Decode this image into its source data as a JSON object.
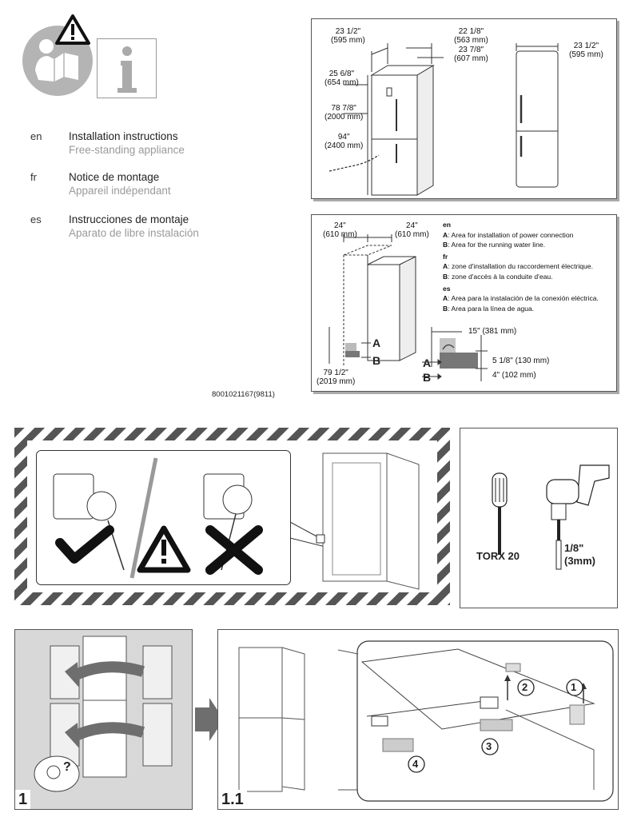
{
  "header": {
    "warning_icon": "warning-triangle-icon",
    "read_manual_icon": "person-reading-manual-icon",
    "info_icon": "info-icon"
  },
  "languages": [
    {
      "code": "en",
      "title": "Installation instructions",
      "subtitle": "Free-standing appliance"
    },
    {
      "code": "fr",
      "title": "Notice de montage",
      "subtitle": "Appareil indépendant"
    },
    {
      "code": "es",
      "title": "Instrucciones de montaje",
      "subtitle": "Aparato de libre instalación"
    }
  ],
  "dimensions_top": {
    "width_a": "23 1/2\"\n(595 mm)",
    "depth_a": "22 1/8\"\n(563 mm)",
    "depth_b": "23 7/8\"\n(607 mm)",
    "depth_c": "25 6/8\"\n(654 mm)",
    "height": "78 7/8\"\n(2000 mm)",
    "cord": "94\"\n(2400 mm)",
    "side_width": "23 1/2\"\n(595 mm)"
  },
  "dimensions_mid": {
    "left_w": "24\"\n(610 mm)",
    "right_w": "24\"\n(610 mm)",
    "height": "79 1/2\"\n(2019 mm)",
    "label_a": "A",
    "label_b": "B",
    "det_width": "15\" (381 mm)",
    "det_h1": "5 1/8\" (130 mm)",
    "det_h2": "4\" (102 mm)"
  },
  "legend": {
    "en": {
      "head": "en",
      "a_key": "A",
      "a_text": ": Area for installation of power connection",
      "b_key": "B",
      "b_text": ": Area for the running water line."
    },
    "fr": {
      "head": "fr",
      "a_key": "A",
      "a_text": ": zone d'installation du raccordement électrique.",
      "b_key": "B",
      "b_text": ": zone d'accès à la conduite d'eau."
    },
    "es": {
      "head": "es",
      "a_key": "A",
      "a_text": ": Area para la instalación de la conexión eléctrica.",
      "b_key": "B",
      "b_text": ": Area para la línea de agua."
    }
  },
  "document_number": "8001021167(9811)",
  "tools": {
    "screwdriver_label": "TORX 20",
    "drill_bit_label_1": "1/8\"",
    "drill_bit_label_2": "(3mm)"
  },
  "steps": {
    "step1": "1",
    "step1_1": "1.1",
    "callouts": [
      "1",
      "2",
      "3",
      "4"
    ]
  },
  "colors": {
    "hazard_stripe": "#555555",
    "panel_border": "#555555",
    "step1_bg": "#d8d8d8",
    "arrow_gray": "#6e6e6e",
    "sub_text": "#9a9a9a"
  }
}
